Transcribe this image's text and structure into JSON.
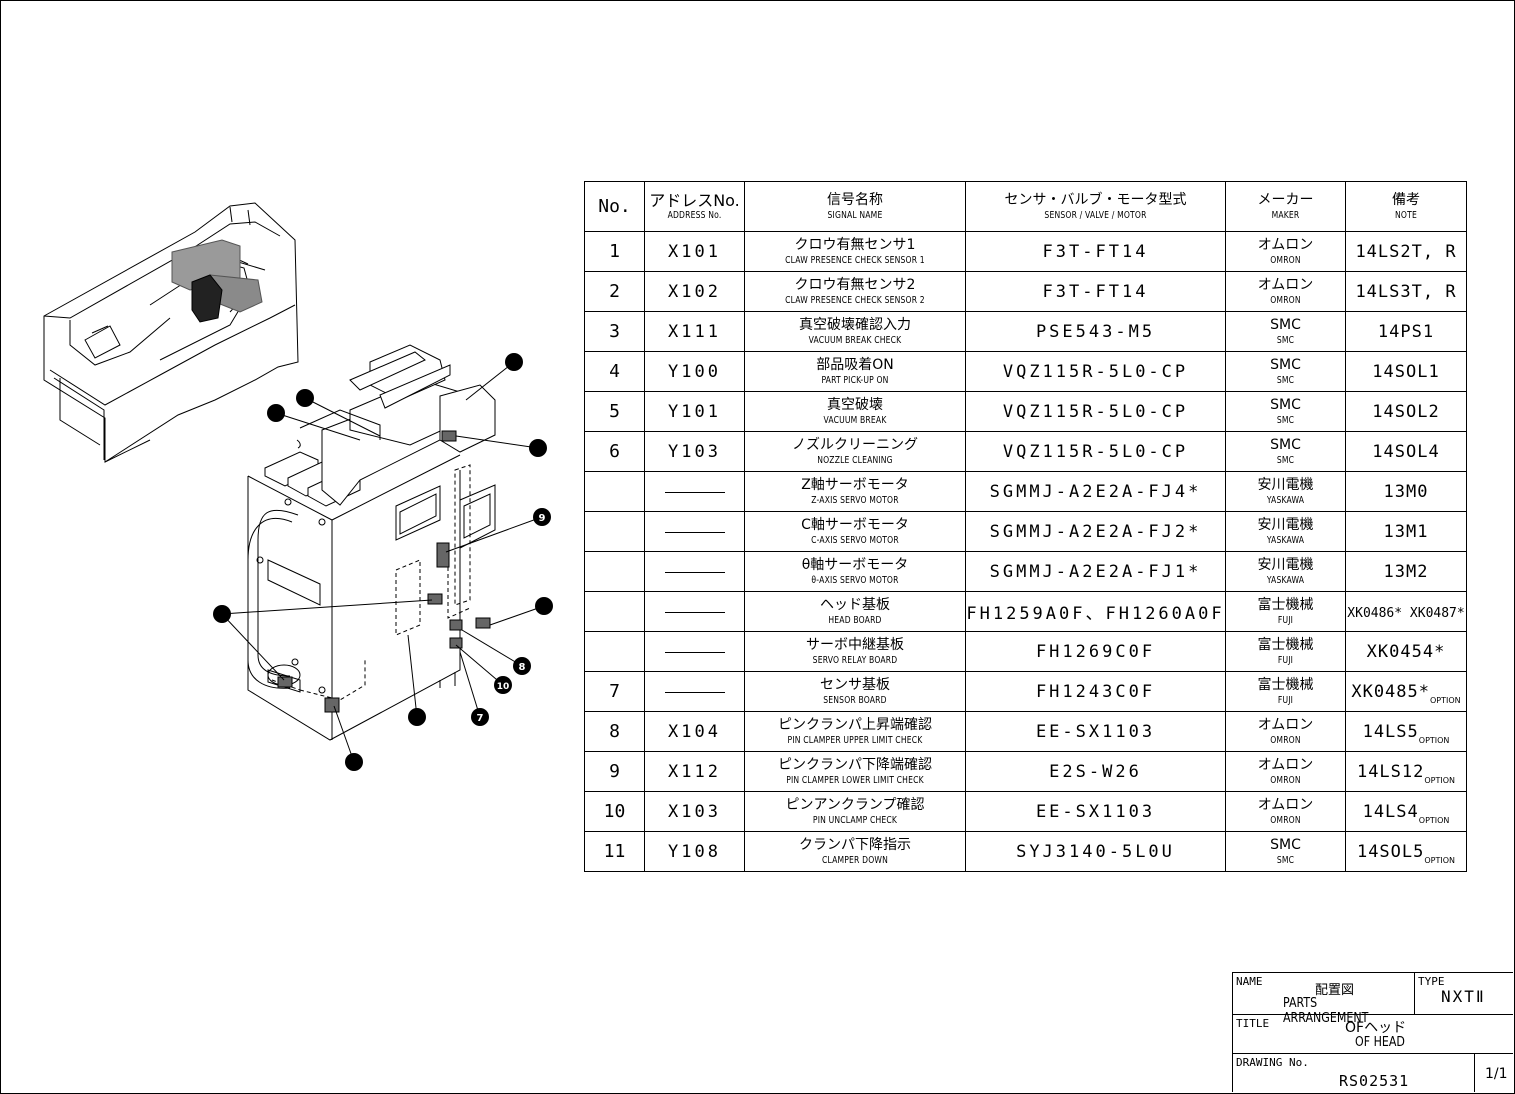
{
  "table": {
    "headers": [
      {
        "jp": "No.",
        "en": ""
      },
      {
        "jp": "アドレスNo.",
        "en": "ADDRESS No."
      },
      {
        "jp": "信号名称",
        "en": "SIGNAL NAME"
      },
      {
        "jp": "センサ・バルブ・モータ型式",
        "en": "SENSOR / VALVE / MOTOR"
      },
      {
        "jp": "メーカー",
        "en": "MAKER"
      },
      {
        "jp": "備考",
        "en": "NOTE"
      }
    ],
    "rows": [
      {
        "no": "1",
        "addr": "X101",
        "sig_jp": "クロウ有無センサ1",
        "sig_en": "CLAW PRESENCE CHECK SENSOR 1",
        "model": "F3T-FT14",
        "maker_jp": "オムロン",
        "maker_en": "OMRON",
        "note": "14LS2T, R",
        "opt": ""
      },
      {
        "no": "2",
        "addr": "X102",
        "sig_jp": "クロウ有無センサ2",
        "sig_en": "CLAW PRESENCE CHECK SENSOR 2",
        "model": "F3T-FT14",
        "maker_jp": "オムロン",
        "maker_en": "OMRON",
        "note": "14LS3T, R",
        "opt": ""
      },
      {
        "no": "3",
        "addr": "X111",
        "sig_jp": "真空破壊確認入力",
        "sig_en": "VACUUM BREAK CHECK",
        "model": "PSE543-M5",
        "maker_jp": "SMC",
        "maker_en": "SMC",
        "note": "14PS1",
        "opt": ""
      },
      {
        "no": "4",
        "addr": "Y100",
        "sig_jp": "部品吸着ON",
        "sig_en": "PART PICK-UP ON",
        "model": "VQZ115R-5L0-CP",
        "maker_jp": "SMC",
        "maker_en": "SMC",
        "note": "14SOL1",
        "opt": ""
      },
      {
        "no": "5",
        "addr": "Y101",
        "sig_jp": "真空破壊",
        "sig_en": "VACUUM BREAK",
        "model": "VQZ115R-5L0-CP",
        "maker_jp": "SMC",
        "maker_en": "SMC",
        "note": "14SOL2",
        "opt": ""
      },
      {
        "no": "6",
        "addr": "Y103",
        "sig_jp": "ノズルクリーニング",
        "sig_en": "NOZZLE CLEANING",
        "model": "VQZ115R-5L0-CP",
        "maker_jp": "SMC",
        "maker_en": "SMC",
        "note": "14SOL4",
        "opt": ""
      },
      {
        "no": "",
        "addr": "",
        "sig_jp": "Z軸サーボモータ",
        "sig_en": "Z-AXIS SERVO MOTOR",
        "model": "SGMMJ-A2E2A-FJ4*",
        "maker_jp": "安川電機",
        "maker_en": "YASKAWA",
        "note": "13M0",
        "opt": ""
      },
      {
        "no": "",
        "addr": "",
        "sig_jp": "C軸サーボモータ",
        "sig_en": "C-AXIS SERVO MOTOR",
        "model": "SGMMJ-A2E2A-FJ2*",
        "maker_jp": "安川電機",
        "maker_en": "YASKAWA",
        "note": "13M1",
        "opt": ""
      },
      {
        "no": "",
        "addr": "",
        "sig_jp": "θ軸サーボモータ",
        "sig_en": "θ-AXIS SERVO MOTOR",
        "model": "SGMMJ-A2E2A-FJ1*",
        "maker_jp": "安川電機",
        "maker_en": "YASKAWA",
        "note": "13M2",
        "opt": ""
      },
      {
        "no": "",
        "addr": "",
        "sig_jp": "ヘッド基板",
        "sig_en": "HEAD BOARD",
        "model": "FH1259A0F、FH1260A0F",
        "maker_jp": "富士機械",
        "maker_en": "FUJI",
        "note": "XK0486* XK0487*",
        "opt": ""
      },
      {
        "no": "",
        "addr": "",
        "sig_jp": "サーボ中継基板",
        "sig_en": "SERVO RELAY BOARD",
        "model": "FH1269C0F",
        "maker_jp": "富士機械",
        "maker_en": "FUJI",
        "note": "XK0454*",
        "opt": ""
      },
      {
        "no": "7",
        "addr": "",
        "sig_jp": "センサ基板",
        "sig_en": "SENSOR BOARD",
        "model": "FH1243C0F",
        "maker_jp": "富士機械",
        "maker_en": "FUJI",
        "note": "XK0485*",
        "opt": "OPTION"
      },
      {
        "no": "8",
        "addr": "X104",
        "sig_jp": "ピンクランパ上昇端確認",
        "sig_en": "PIN CLAMPER UPPER LIMIT CHECK",
        "model": "EE-SX1103",
        "maker_jp": "オムロン",
        "maker_en": "OMRON",
        "note": "14LS5",
        "opt": "OPTION"
      },
      {
        "no": "9",
        "addr": "X112",
        "sig_jp": "ピンクランパ下降端確認",
        "sig_en": "PIN CLAMPER LOWER LIMIT CHECK",
        "model": "E2S-W26",
        "maker_jp": "オムロン",
        "maker_en": "OMRON",
        "note": "14LS12",
        "opt": "OPTION"
      },
      {
        "no": "10",
        "addr": "X103",
        "sig_jp": "ピンアンクランプ確認",
        "sig_en": "PIN UNCLAMP CHECK",
        "model": "EE-SX1103",
        "maker_jp": "オムロン",
        "maker_en": "OMRON",
        "note": "14LS4",
        "opt": "OPTION"
      },
      {
        "no": "11",
        "addr": "Y108",
        "sig_jp": "クランパ下降指示",
        "sig_en": "CLAMPER DOWN",
        "model": "SYJ3140-5L0U",
        "maker_jp": "SMC",
        "maker_en": "SMC",
        "note": "14SOL5",
        "opt": "OPTION"
      }
    ]
  },
  "diagram": {
    "callouts": [
      "9",
      "8",
      "10",
      "7"
    ]
  },
  "title_block": {
    "name_label": "NAME",
    "name_jp": "配置図",
    "name_en": "PARTS ARRANGEMENT",
    "type_label": "TYPE",
    "type_value": "NXTⅡ",
    "title_label": "TITLE",
    "title_jp": "OFヘッド",
    "title_en": "OF HEAD",
    "drawing_label": "DRAWING No.",
    "drawing_no": "RS02531",
    "sheet": "1/1"
  }
}
